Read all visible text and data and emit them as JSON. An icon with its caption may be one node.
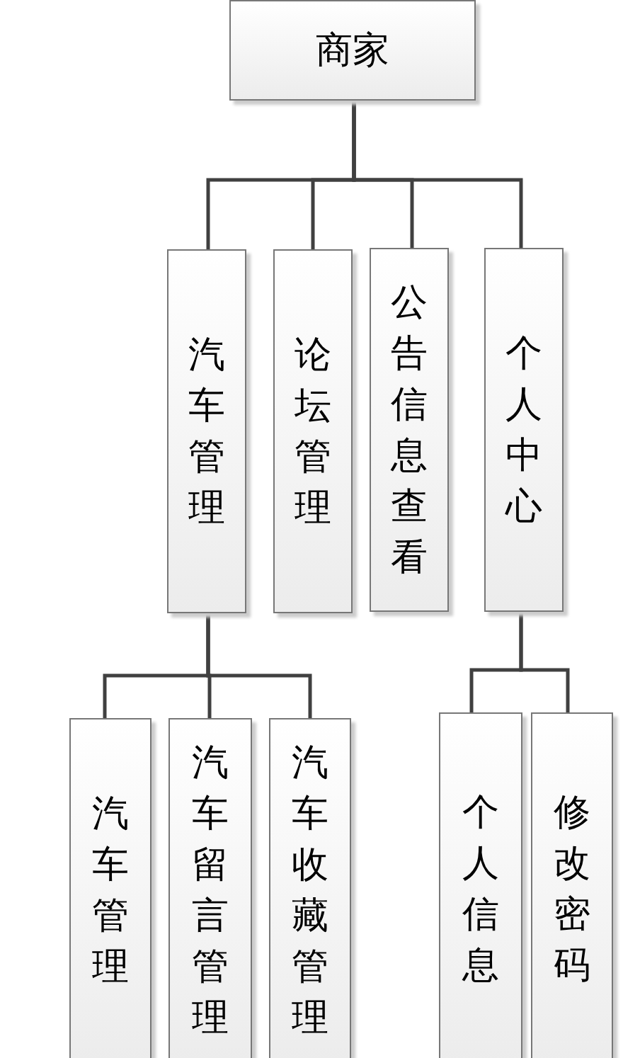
{
  "diagram": {
    "nodes": [
      {
        "text": [
          "商家"
        ]
      },
      {
        "text": [
          "汽车管理"
        ]
      },
      {
        "text": [
          "论坛管理"
        ]
      },
      {
        "text": [
          "公告信息查看"
        ]
      },
      {
        "text": [
          "个人中心"
        ]
      },
      {
        "text": [
          "汽车管理"
        ]
      },
      {
        "text": [
          "汽车留言管理"
        ]
      },
      {
        "text": [
          "汽车收藏管理"
        ]
      },
      {
        "text": [
          "个人信息"
        ]
      },
      {
        "text": [
          "修改密码"
        ]
      }
    ],
    "edges": [
      {
        "from": 0,
        "to": 1,
        "arrow": "none"
      },
      {
        "from": 0,
        "to": 2,
        "arrow": "none"
      },
      {
        "from": 0,
        "to": 3,
        "arrow": "none"
      },
      {
        "from": 0,
        "to": 4,
        "arrow": "none"
      },
      {
        "from": 1,
        "to": 5,
        "arrow": "none"
      },
      {
        "from": 1,
        "to": 6,
        "arrow": "none"
      },
      {
        "from": 1,
        "to": 7,
        "arrow": "none"
      },
      {
        "from": 4,
        "to": 8,
        "arrow": "none"
      },
      {
        "from": 4,
        "to": 9,
        "arrow": "none"
      }
    ]
  }
}
